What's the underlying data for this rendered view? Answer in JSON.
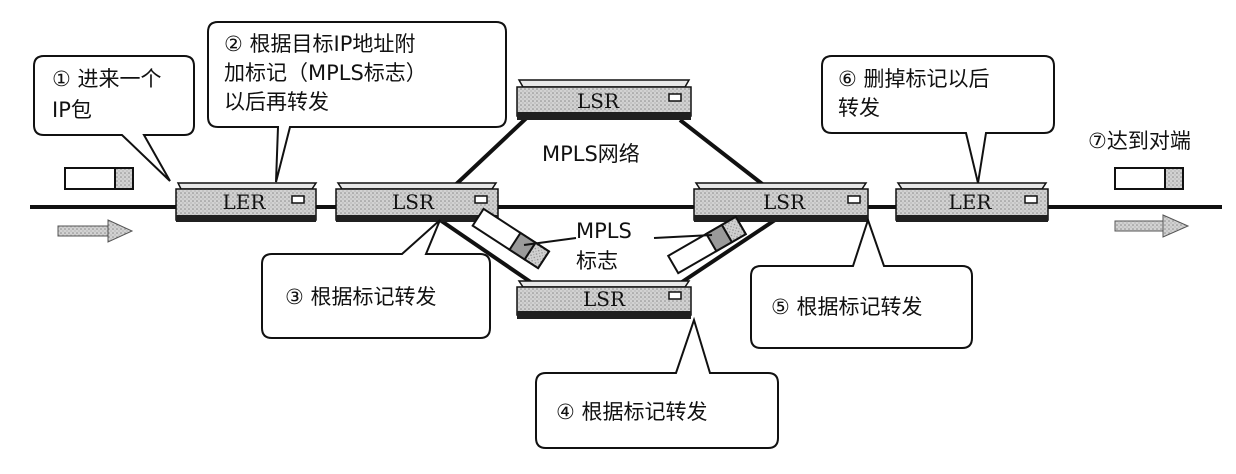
{
  "colors": {
    "ink": "#111111",
    "device_fill": "#c9c9c9",
    "device_dark": "#202020",
    "packet_fill": "#ffffff",
    "tag_fill": "#9a9a9a"
  },
  "routers": {
    "ler_left": "LER",
    "lsr_left": "LSR",
    "lsr_top": "LSR",
    "lsr_bottom": "LSR",
    "lsr_right": "LSR",
    "ler_right": "LER"
  },
  "network_label": "MPLS网络",
  "tag_label": {
    "line1": "MPLS",
    "line2": "标志"
  },
  "callouts": {
    "c1": {
      "lines": [
        "① 进来一个",
        "IP包"
      ]
    },
    "c2": {
      "lines": [
        "② 根据目标IP地址附",
        "加标记（MPLS标志）",
        "以后再转发"
      ]
    },
    "c3": {
      "lines": [
        "③ 根据标记转发"
      ]
    },
    "c4": {
      "lines": [
        "④ 根据标记转发"
      ]
    },
    "c5": {
      "lines": [
        "⑤ 根据标记转发"
      ]
    },
    "c6": {
      "lines": [
        "⑥ 删掉标记以后",
        "转发"
      ]
    }
  },
  "arrive_label": "⑦达到对端"
}
